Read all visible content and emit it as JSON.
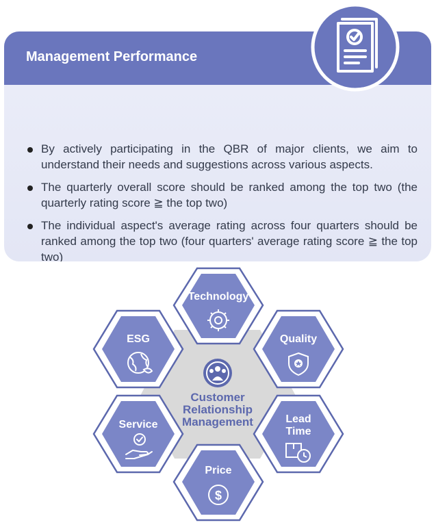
{
  "header": {
    "title": "Management Performance",
    "badge_icon": "document-check-icon"
  },
  "bullets": [
    "By actively participating in the QBR of major clients, we aim to understand their needs and suggestions across various aspects.",
    "The quarterly overall score should be ranked among the top two (the quarterly rating score ≧ the top two)",
    "The individual aspect's average rating across four quarters should be ranked among the top two (four quarters' average rating score ≧ the top two)"
  ],
  "diagram": {
    "center": {
      "line1": "Customer",
      "line2": "Relationship",
      "line3": "Management",
      "icon": "customer-group-globe-icon"
    },
    "hexes": [
      {
        "label": "Technology",
        "icon": "gear-icon"
      },
      {
        "label": "Quality",
        "icon": "shield-star-icon"
      },
      {
        "label": "Lead",
        "label2": "Time",
        "icon": "box-clock-icon"
      },
      {
        "label": "Price",
        "icon": "dollar-coin-icon"
      },
      {
        "label": "Service",
        "icon": "hand-check-icon"
      },
      {
        "label": "ESG",
        "icon": "globe-leaf-icon"
      }
    ]
  },
  "colors": {
    "header": "#6a76bd",
    "card": "#e6e9f6",
    "hex_fill": "#7b86c7",
    "hex_border": "#5c68ad",
    "center_hex": "#d8d8d8",
    "center_text": "#5c68ad"
  }
}
